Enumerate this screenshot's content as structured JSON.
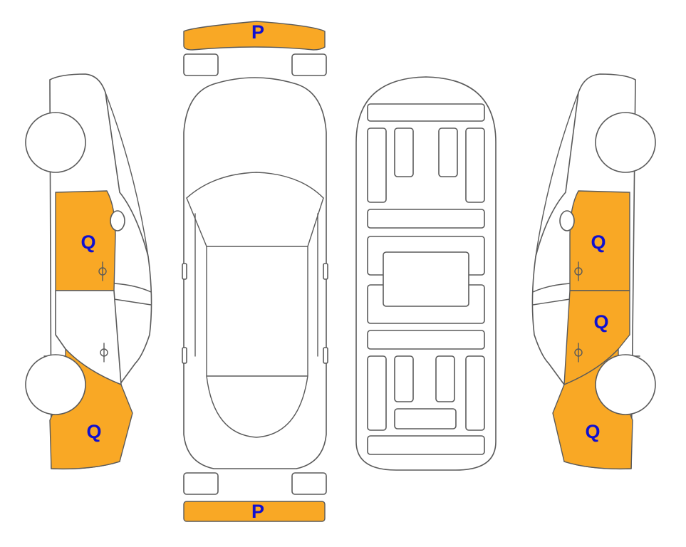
{
  "colors": {
    "damage_fill": "#F9A825",
    "label": "#1010D0",
    "outline": "#5a5a5a"
  },
  "labels": {
    "front_bumper": "P",
    "rear_bumper": "P",
    "left_front_door": "Q",
    "left_rear_quarter": "Q",
    "right_front_door": "Q",
    "right_rear_door": "Q",
    "right_rear_quarter": "Q"
  }
}
